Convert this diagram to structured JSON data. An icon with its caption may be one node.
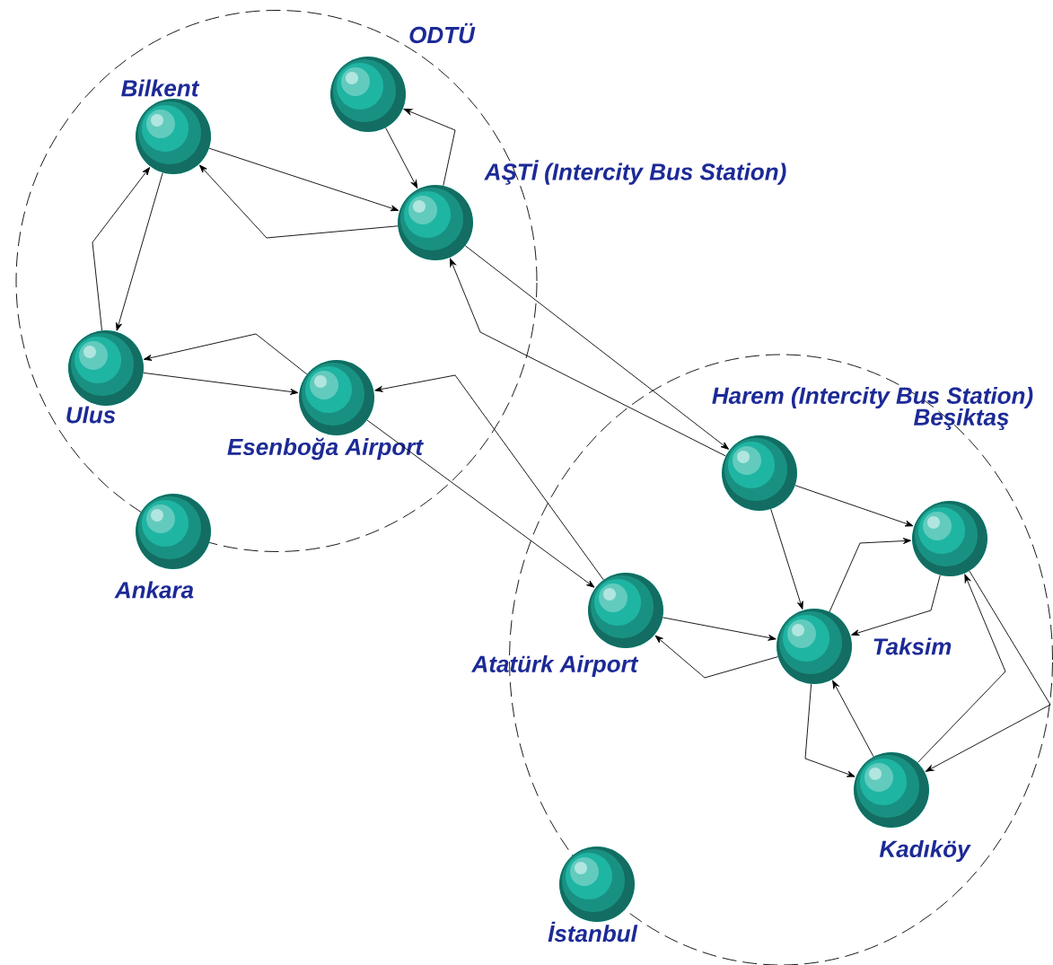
{
  "diagram": {
    "nodes": [
      {
        "text": [],
        "shape": "ellipse"
      },
      {
        "text": [
          "ODTÜ"
        ],
        "in": 0
      },
      {
        "text": [
          "Bilkent"
        ],
        "in": 0
      },
      {
        "text": [
          "AŞTİ (Intercity Bus Station)"
        ],
        "in": 0
      },
      {
        "text": [
          "Ulus"
        ],
        "in": 0
      },
      {
        "text": [
          "Esenboğa Airport"
        ],
        "in": 0
      },
      {
        "text": [
          "Ankara"
        ]
      },
      {
        "text": [],
        "shape": "ellipse"
      },
      {
        "text": [
          "Harem (Intercity Bus Station)"
        ],
        "in": 7
      },
      {
        "text": [
          "Beşiktaş"
        ],
        "in": 7
      },
      {
        "text": [
          "Atatürk Airport"
        ],
        "in": 7
      },
      {
        "text": [
          "Taksim"
        ],
        "in": 7
      },
      {
        "text": [
          "Kadıköy"
        ],
        "in": 7
      },
      {
        "text": [
          "İstanbul"
        ]
      }
    ],
    "edges": [
      {
        "from": 2,
        "to": 3,
        "arrow": "to"
      },
      {
        "from": 3,
        "to": 2,
        "arrow": "to"
      },
      {
        "from": 1,
        "to": 3,
        "arrow": "to"
      },
      {
        "from": 3,
        "to": 1,
        "arrow": "to"
      },
      {
        "from": 2,
        "to": 4,
        "arrow": "to"
      },
      {
        "from": 4,
        "to": 2,
        "arrow": "to"
      },
      {
        "from": 4,
        "to": 5,
        "arrow": "to"
      },
      {
        "from": 5,
        "to": 4,
        "arrow": "to"
      },
      {
        "from": 3,
        "to": 8,
        "arrow": "to"
      },
      {
        "from": 8,
        "to": 3,
        "arrow": "to"
      },
      {
        "from": 5,
        "to": 10,
        "arrow": "to"
      },
      {
        "from": 10,
        "to": 5,
        "arrow": "to"
      },
      {
        "from": 8,
        "to": 9,
        "arrow": "to"
      },
      {
        "from": 8,
        "to": 11,
        "arrow": "to"
      },
      {
        "from": 11,
        "to": 9,
        "arrow": "to"
      },
      {
        "from": 9,
        "to": 11,
        "arrow": "to"
      },
      {
        "from": 10,
        "to": 11,
        "arrow": "to"
      },
      {
        "from": 11,
        "to": 10,
        "arrow": "to"
      },
      {
        "from": 11,
        "to": 12,
        "arrow": "to"
      },
      {
        "from": 12,
        "to": 11,
        "arrow": "to"
      },
      {
        "from": 12,
        "to": 9,
        "arrow": "to"
      },
      {
        "from": 9,
        "to": 12,
        "arrow": "to"
      }
    ]
  }
}
